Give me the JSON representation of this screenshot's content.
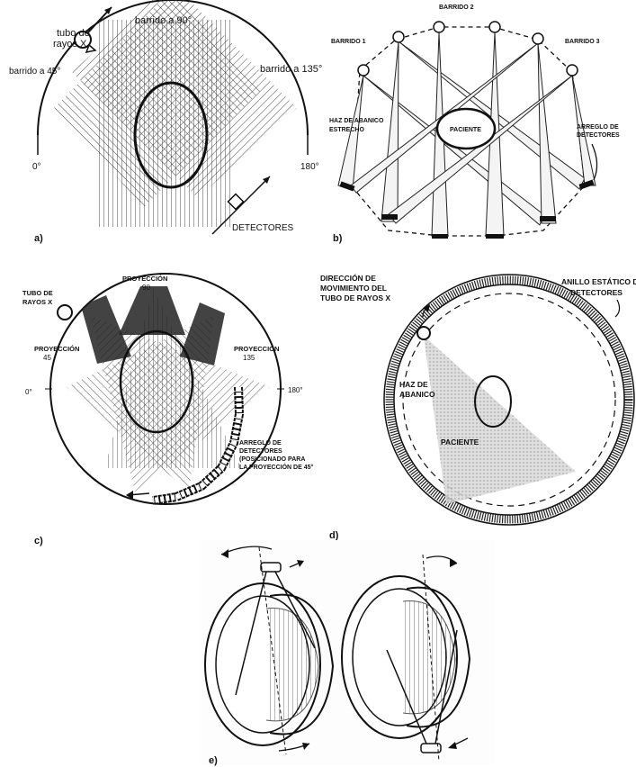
{
  "panels": {
    "a": {
      "label": "a)",
      "tube": "tubo de",
      "tube2": "rayos X",
      "sweep45": "barrido a 45°",
      "sweep90": "barrido  a 90°",
      "sweep135": "barrido a 135°",
      "deg0": "0°",
      "deg180": "180°",
      "detectors": "DETECTORES"
    },
    "b": {
      "label": "b)",
      "sweep1": "BARRIDO 1",
      "sweep2": "BARRIDO 2",
      "sweep3": "BARRIDO 3",
      "fan1": "HAZ DE ABANICO",
      "fan2": "ESTRECHO",
      "patient": "PACIENTE",
      "array1": "ARREGLO DE",
      "array2": "DETECTORES"
    },
    "c": {
      "label": "c)",
      "tube1": "TUBO DE",
      "tube2": "RAYOS X",
      "proj90a": "PROYECCIÓN",
      "proj90b": "90",
      "proj45a": "PROYECCIÓN",
      "proj45b": "45",
      "proj135a": "PROYECCIÓN",
      "proj135b": "135",
      "deg0": "0°",
      "deg180": "180°",
      "arr1": "ARREGLO DE",
      "arr2": "DETECTORES",
      "arr3": "(POSICIONADO PARA",
      "arr4": "LA PROYECCIÓN DE 45°"
    },
    "d": {
      "label": "d)",
      "dir1": "DIRECCIÓN DE",
      "dir2": "MOVIMIENTO DEL",
      "dir3": "TUBO DE RAYOS X",
      "ring1": "ANILLO ESTÁTICO D",
      "ring2": "DETECTORES",
      "fan1": "HAZ DE",
      "fan2": "ABANICO",
      "patient": "PACIENTE"
    },
    "e": {
      "label": "e)"
    }
  }
}
